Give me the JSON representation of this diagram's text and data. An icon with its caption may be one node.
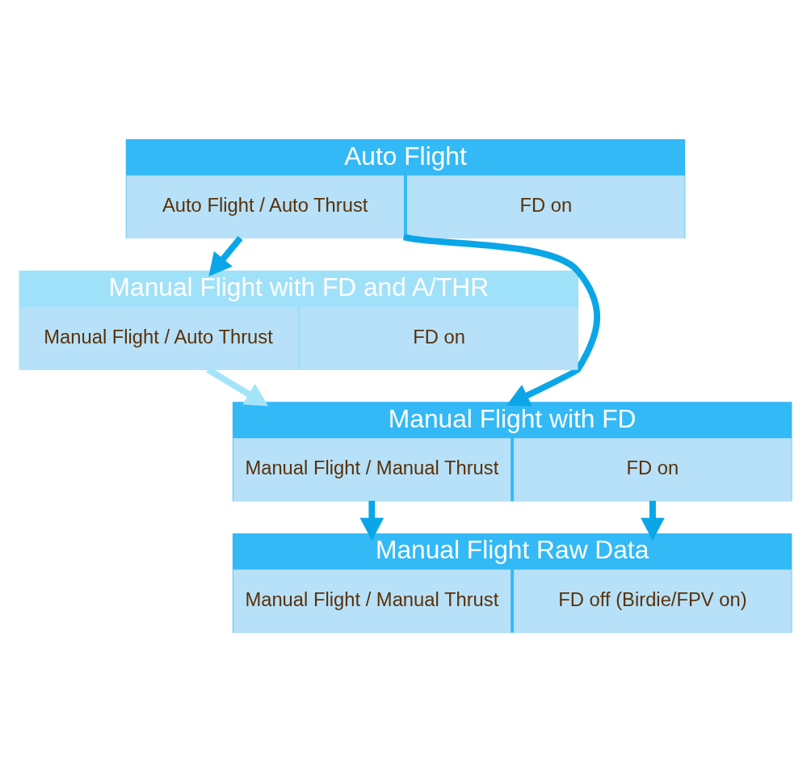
{
  "diagram": {
    "nodes": [
      {
        "text": [
          "Auto Flight"
        ]
      },
      {
        "text": [
          "Auto Flight / Auto Thrust"
        ],
        "in": 0
      },
      {
        "text": [
          "FD on"
        ],
        "in": 0
      },
      {
        "text": [
          "Manual Flight with FD and A/THR"
        ]
      },
      {
        "text": [
          "Manual Flight / Auto Thrust"
        ],
        "in": 3
      },
      {
        "text": [
          "FD on"
        ],
        "in": 3
      },
      {
        "text": [
          "Manual Flight with FD"
        ]
      },
      {
        "text": [
          "Manual Flight / Manual Thrust"
        ],
        "in": 6
      },
      {
        "text": [
          "FD on"
        ],
        "in": 6
      },
      {
        "text": [
          "Manual Flight Raw Data"
        ]
      },
      {
        "text": [
          "Manual Flight / Manual Thrust"
        ],
        "in": 9
      },
      {
        "text": [
          "FD off (Birdie/FPV on)"
        ],
        "in": 9
      }
    ],
    "edges": [
      {
        "from": 0,
        "to": 3,
        "arrow": "to"
      },
      {
        "from": 3,
        "to": 6,
        "arrow": "to",
        "color": "#a3e4f8"
      },
      {
        "from": 6,
        "to": 9,
        "arrow": "to"
      },
      {
        "from": 0,
        "to": 6,
        "arrow": "to"
      },
      {
        "from": 6,
        "to": 9,
        "arrow": "to"
      }
    ]
  }
}
